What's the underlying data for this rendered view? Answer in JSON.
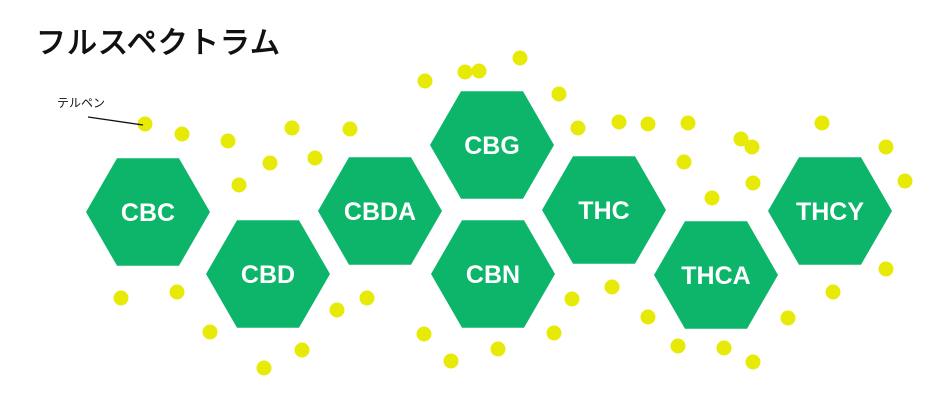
{
  "title": "フルスペクトラム",
  "terpene_label": "テルペン",
  "colors": {
    "hexagon": "#0db56a",
    "dot": "#e6ea06",
    "text_dark": "#111111",
    "hex_text": "#ffffff"
  },
  "compounds": [
    "CBC",
    "CBD",
    "CBDA",
    "CBG",
    "CBN",
    "THC",
    "THCA",
    "THCY"
  ]
}
